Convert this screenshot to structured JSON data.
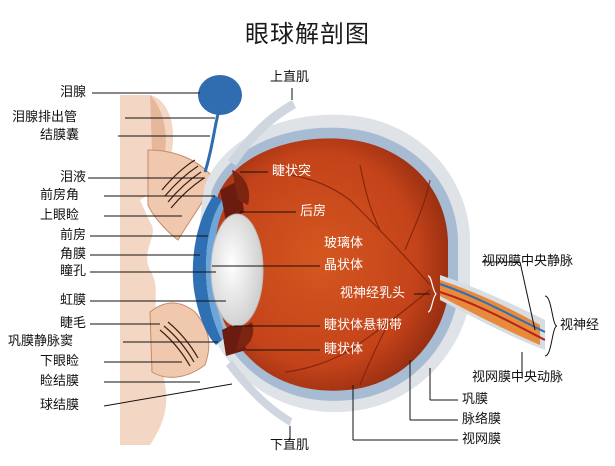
{
  "title": "眼球解剖图",
  "labels_left": [
    "泪腺",
    "泪腺排出管",
    "结膜囊",
    "泪液",
    "前房角",
    "上眼睑",
    "前房",
    "角膜",
    "瞳孔",
    "虹膜",
    "睫毛",
    "巩膜静脉窦",
    "下眼睑",
    "睑结膜",
    "球结膜"
  ],
  "labels_inner": [
    "睫状突",
    "后房",
    "玻璃体",
    "晶状体",
    "视神经乳头",
    "睫状体悬韧带",
    "睫状体"
  ],
  "label_top": "上直肌",
  "label_bottom": "下直肌",
  "labels_right": [
    "视网膜中央静脉",
    "视神经",
    "视网膜中央动脉",
    "巩膜",
    "脉络膜",
    "视网膜"
  ],
  "colors": {
    "sclera": "#d9dde3",
    "choroid": "#9fb6cf",
    "eyeball": "#c3461d",
    "retina_shadow": "#8e2a10",
    "cornea": "#2f6fb3",
    "lens": "#eeeeee",
    "gland": "#2f6db0",
    "nerve": "#e8893a",
    "skin": "#f1cfb8"
  }
}
